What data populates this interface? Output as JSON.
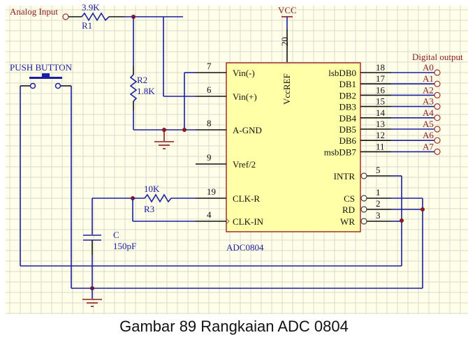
{
  "caption": "Gambar 89 Rangkaian ADC 0804",
  "labels": {
    "analog_input": "Analog Input",
    "vcc": "VCC",
    "push_button": "PUSH BUTTON",
    "digital_output": "Digital output",
    "r1_name": "R1",
    "r1_value": "3.9K",
    "r2_name": "R2",
    "r2_value": "1.8K",
    "r3_name": "R3",
    "r3_value": "10K",
    "c_name": "C",
    "c_value": "150pF",
    "ic_name": "ADC0804",
    "vccref": "VccREF",
    "vccref_pin": "20"
  },
  "ic_left_pins": [
    {
      "num": "7",
      "name": "Vin(-)"
    },
    {
      "num": "6",
      "name": "Vin(+)"
    },
    {
      "num": "8",
      "name": "A-GND"
    },
    {
      "num": "9",
      "name": "Vref/2"
    },
    {
      "num": "19",
      "name": "CLK-R"
    },
    {
      "num": "4",
      "name": "CLK-IN"
    }
  ],
  "ic_right_data_pins": [
    {
      "num": "18",
      "name": "lsbDB0",
      "out": "A0"
    },
    {
      "num": "17",
      "name": "DB1",
      "out": "A1"
    },
    {
      "num": "16",
      "name": "DB2",
      "out": "A2"
    },
    {
      "num": "15",
      "name": "DB3",
      "out": "A3"
    },
    {
      "num": "14",
      "name": "DB4",
      "out": "A4"
    },
    {
      "num": "13",
      "name": "DB5",
      "out": "A5"
    },
    {
      "num": "12",
      "name": "DB6",
      "out": "A6"
    },
    {
      "num": "11",
      "name": "msbDB7",
      "out": "A7"
    }
  ],
  "ic_right_ctrl_pins": [
    {
      "num": "5",
      "name": "INTR"
    },
    {
      "num": "1",
      "name": "CS"
    },
    {
      "num": "2",
      "name": "RD"
    },
    {
      "num": "3",
      "name": "WR"
    }
  ]
}
